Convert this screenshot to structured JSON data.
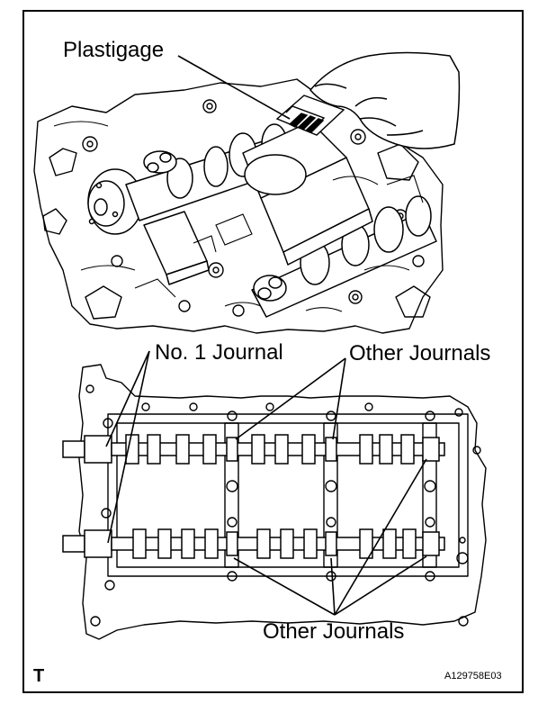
{
  "labels": {
    "plastigage": "Plastigage",
    "no1_journal": "No. 1 Journal",
    "other_journals_top": "Other Journals",
    "other_journals_bottom": "Other Journals",
    "view_mark": "T",
    "figure_code": "A129758E03"
  },
  "colors": {
    "ink": "#000000",
    "paper": "#ffffff"
  },
  "icons": [
    "hand-icon",
    "plastigage-strip-icon",
    "camshaft-icon",
    "cylinder-head-icon"
  ]
}
